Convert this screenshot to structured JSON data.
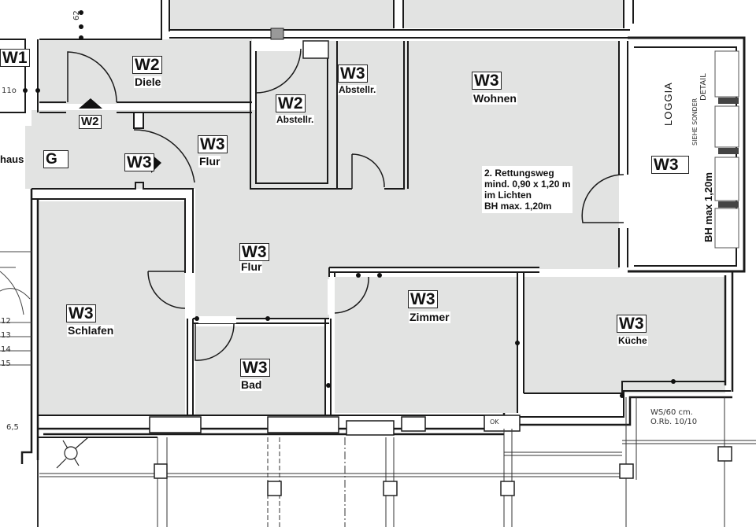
{
  "plan": {
    "colors": {
      "room_fill": "#e2e3e2",
      "wall": "#1a1a1a",
      "paper": "#ffffff",
      "label_bg": "#ffffff"
    },
    "rooms": [
      {
        "id": "w1",
        "code": "W1",
        "name": ""
      },
      {
        "id": "diele",
        "code": "W2",
        "name": "Diele"
      },
      {
        "id": "entry-w2",
        "code": "W2",
        "name": ""
      },
      {
        "id": "g",
        "code": "G",
        "name": ""
      },
      {
        "id": "entry-w3",
        "code": "W3",
        "name": ""
      },
      {
        "id": "flur-top",
        "code": "W3",
        "name": "Flur"
      },
      {
        "id": "abstell-w2",
        "code": "W2",
        "name": "Abstellr."
      },
      {
        "id": "abstell-w3",
        "code": "W3",
        "name": "Abstellr."
      },
      {
        "id": "wohnen",
        "code": "W3",
        "name": "Wohnen"
      },
      {
        "id": "loggia",
        "code": "W3",
        "name": "LOGGIA"
      },
      {
        "id": "flur-mid",
        "code": "W3",
        "name": "Flur"
      },
      {
        "id": "schlafen",
        "code": "W3",
        "name": "Schlafen"
      },
      {
        "id": "bad",
        "code": "W3",
        "name": "Bad"
      },
      {
        "id": "zimmer",
        "code": "W3",
        "name": "Zimmer"
      },
      {
        "id": "kueche",
        "code": "W3",
        "name": "Küche"
      }
    ],
    "escape_note": "2. Rettungsweg\nmind. 0,90 x 1,20 m\nim Lichten\nBH max. 1,20m",
    "loggia_height_note": "BH max 1,20m",
    "loggia_detail_note": "DETAIL",
    "loggia_siehe_note": "SIEHE SONDER",
    "stair_label_partial": "haus",
    "stair_steps": [
      "12",
      "13",
      "14",
      "15"
    ],
    "dim_62": "62",
    "dim_110": "11o",
    "dim_65": "6,5",
    "annotation_ws": "WS/60 cm.",
    "annotation_ob": "O.Rb. 10/10",
    "annotation_ok": "OK"
  }
}
